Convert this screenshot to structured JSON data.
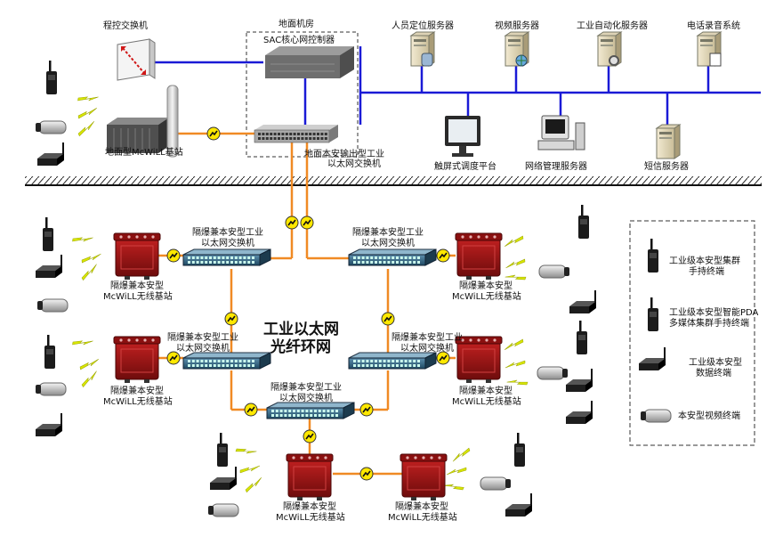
{
  "top": {
    "pbx": "程控交换机",
    "control_room": "地面机房",
    "sac": "SAC核心网控制器",
    "surface_switch_line1": "地面本安输出型工业",
    "surface_switch_line2": "以太网交换机",
    "surface_station": "地面型McWiLL基站",
    "srv_locate": "人员定位服务器",
    "srv_video": "视频服务器",
    "srv_auto": "工业自动化服务器",
    "srv_record": "电话录音系统",
    "touch": "触屏式调度平台",
    "netmgmt": "网络管理服务器",
    "sms": "短信服务器"
  },
  "ring": {
    "title_line1": "工业以太网",
    "title_line2": "光纤环网",
    "switch_line1": "隔爆兼本安型工业",
    "switch_line2": "以太网交换机",
    "station_line1": "隔爆兼本安型",
    "station_line2": "McWiLL无线基站"
  },
  "legend": {
    "item1_line1": "工业级本安型集群",
    "item1_line2": "手持终端",
    "item2_line1": "工业级本安型智能PDA",
    "item2_line2": "多媒体集群手持终端",
    "item3_line1": "工业级本安型",
    "item3_line2": "数据终端",
    "item4": "本安型视频终端"
  },
  "colors": {
    "lan": "#1a1ad6",
    "fiber": "#f08a24",
    "station_body": "#9e1414",
    "switch_body": "#2f5f7a",
    "zap": "#d8e600"
  }
}
